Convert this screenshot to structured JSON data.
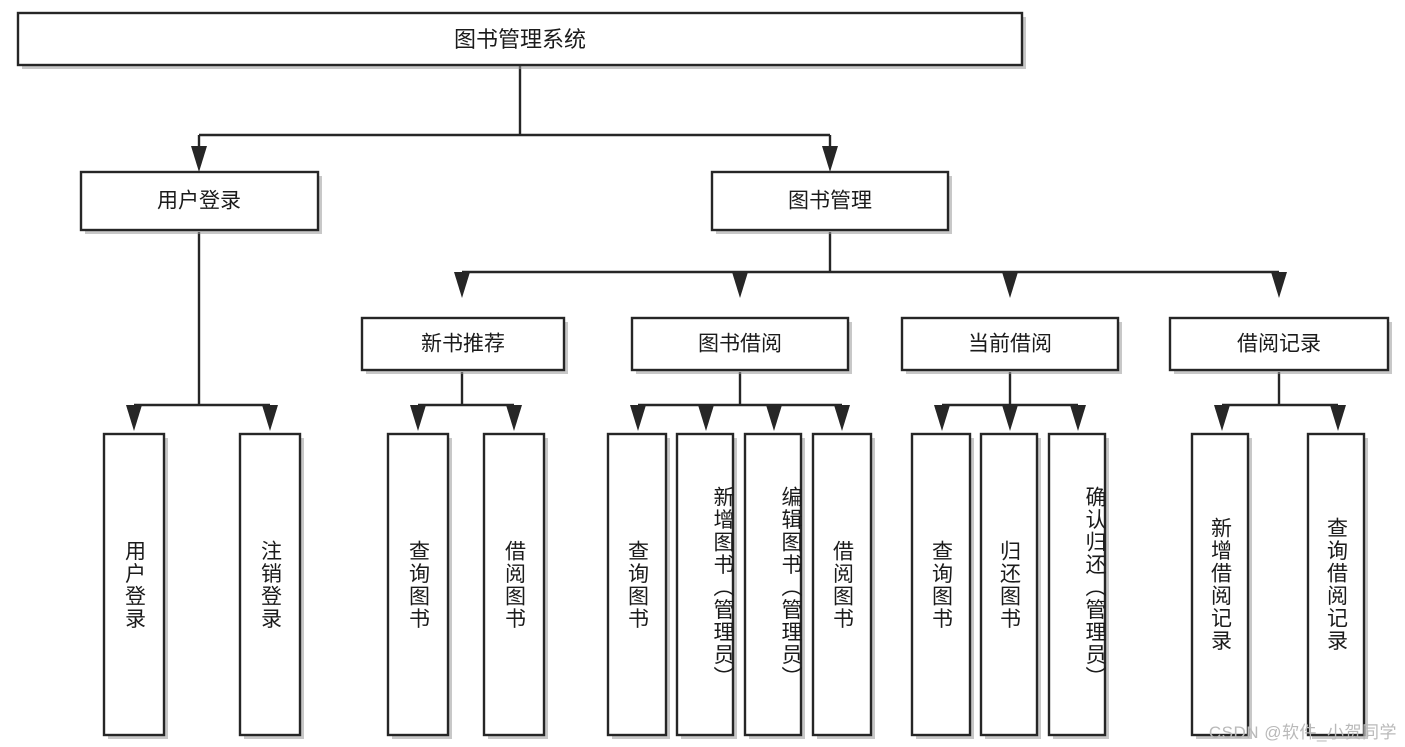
{
  "diagram": {
    "title": "图书管理系统",
    "type": "tree-hierarchy",
    "watermark": "CSDN @软件_小贺同学",
    "colors": {
      "stroke": "#262626",
      "fill": "#ffffff",
      "text": "#1b1b1b",
      "watermark": "#b9b9b9",
      "background": "#ffffff"
    },
    "levels": {
      "root": "图书管理系统",
      "level2": [
        "用户登录",
        "图书管理"
      ],
      "level3": [
        "新书推荐",
        "图书借阅",
        "当前借阅",
        "借阅记录"
      ],
      "leaves": [
        "用户登录",
        "注销登录",
        "查询图书",
        "借阅图书",
        "查询图书",
        "新增图书（管理员）",
        "编辑图书（管理员）",
        "借阅图书",
        "查询图书",
        "归还图书",
        "确认归还（管理员）",
        "新增借阅记录",
        "查询借阅记录"
      ]
    }
  },
  "nodes": {
    "root": {
      "label": "图书管理系统"
    },
    "user_login": {
      "label": "用户登录"
    },
    "book_manage": {
      "label": "图书管理"
    },
    "new_book_rec": {
      "label": "新书推荐"
    },
    "book_borrow": {
      "label": "图书借阅"
    },
    "current_borrow": {
      "label": "当前借阅"
    },
    "borrow_record": {
      "label": "借阅记录"
    },
    "leaf_user_login": {
      "label": "用户登录"
    },
    "leaf_user_logout": {
      "label": "注销登录"
    },
    "leaf_rec_query": {
      "label": "查询图书"
    },
    "leaf_rec_borrow": {
      "label": "借阅图书"
    },
    "leaf_borrow_query": {
      "label": "查询图书"
    },
    "leaf_borrow_add": {
      "label": "新增图书（管理员）"
    },
    "leaf_borrow_edit": {
      "label": "编辑图书（管理员）"
    },
    "leaf_borrow_do": {
      "label": "借阅图书"
    },
    "leaf_current_query": {
      "label": "查询图书"
    },
    "leaf_current_return": {
      "label": "归还图书"
    },
    "leaf_current_confirm": {
      "label": "确认归还（管理员）"
    },
    "leaf_record_add": {
      "label": "新增借阅记录"
    },
    "leaf_record_query": {
      "label": "查询借阅记录"
    }
  },
  "footer": {
    "watermark": "CSDN @软件_小贺同学"
  }
}
